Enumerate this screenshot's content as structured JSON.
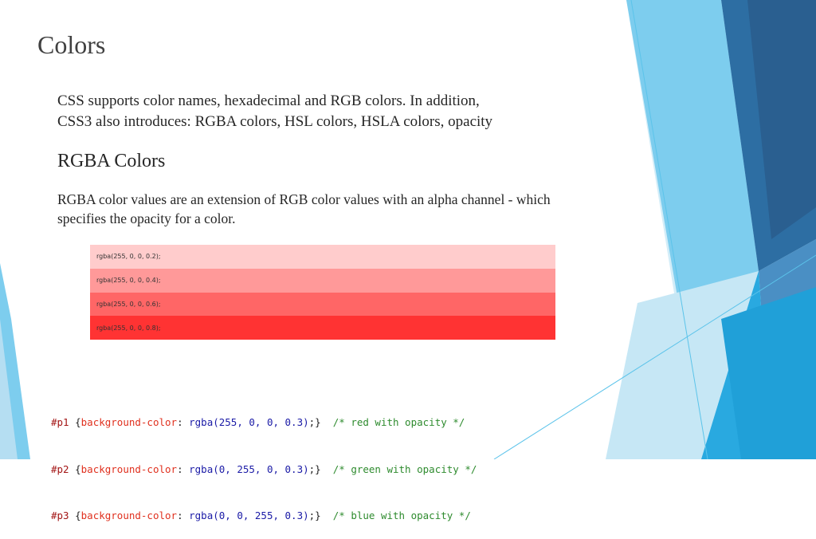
{
  "slide": {
    "title": "Colors",
    "intro_line1": "CSS supports color names, hexadecimal and RGB colors. In addition,",
    "intro_line2": "CSS3 also introduces: RGBA colors, HSL colors, HSLA colors, opacity",
    "subheading": "RGBA Colors",
    "para_line1": "RGBA color values are an extension of RGB color values with an alpha channel - which",
    "para_line2": "specifies the opacity for a color."
  },
  "swatches": [
    {
      "label": "rgba(255, 0, 0, 0.2);",
      "color": "rgba(255,0,0,0.2)"
    },
    {
      "label": "rgba(255, 0, 0, 0.4);",
      "color": "rgba(255,0,0,0.4)"
    },
    {
      "label": "rgba(255, 0, 0, 0.6);",
      "color": "rgba(255,0,0,0.6)"
    },
    {
      "label": "rgba(255, 0, 0, 0.8);",
      "color": "rgba(255,0,0,0.8)"
    }
  ],
  "code": [
    {
      "selector": "#p1",
      "open": " {",
      "property": "background-color",
      "colon": ": ",
      "value": "rgba(255, 0, 0, 0.3)",
      "close": ";}",
      "comment": "  /* red with opacity */"
    },
    {
      "selector": "#p2",
      "open": " {",
      "property": "background-color",
      "colon": ": ",
      "value": "rgba(0, 255, 0, 0.3)",
      "close": ";}",
      "comment": "  /* green with opacity */"
    },
    {
      "selector": "#p3",
      "open": " {",
      "property": "background-color",
      "colon": ": ",
      "value": "rgba(0, 0, 255, 0.3)",
      "close": ";}",
      "comment": "  /* blue with opacity */"
    }
  ],
  "theme": {
    "accent_light": "#c8e8f6",
    "accent_mid": "#5bc3ea",
    "accent_dark": "#2a6aa0",
    "accent_bright": "#29abe2"
  }
}
